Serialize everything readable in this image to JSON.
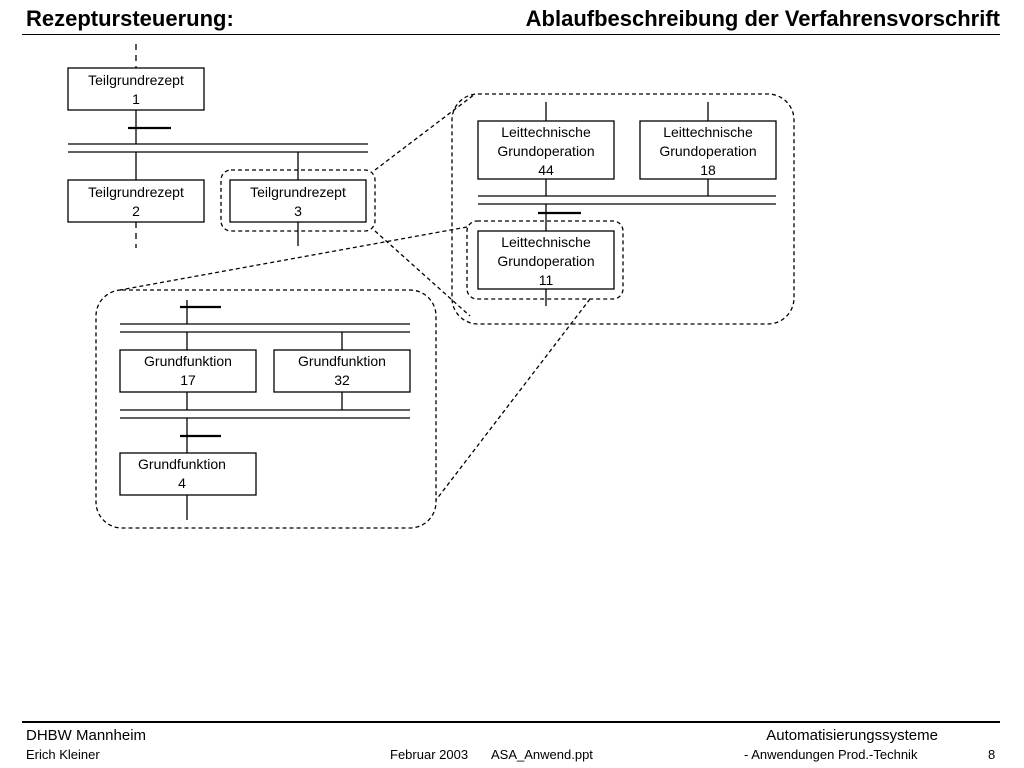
{
  "header": {
    "title_left": "Rezeptursteuerung:",
    "title_right": "Ablaufbeschreibung der Verfahrensvorschrift"
  },
  "diagram": {
    "teilgrundrezept_1": {
      "line1": "Teilgrundrezept",
      "line2": "1"
    },
    "teilgrundrezept_2": {
      "line1": "Teilgrundrezept",
      "line2": "2"
    },
    "teilgrundrezept_3": {
      "line1": "Teilgrundrezept",
      "line2": "3"
    },
    "grundoperation_44": {
      "line1": "Leittechnische",
      "line2": "Grundoperation",
      "line3": "44"
    },
    "grundoperation_18": {
      "line1": "Leittechnische",
      "line2": "Grundoperation",
      "line3": "18"
    },
    "grundoperation_11": {
      "line1": "Leittechnische",
      "line2": "Grundoperation",
      "line3": "11"
    },
    "grundfunktion_17": {
      "line1": "Grundfunktion",
      "line2": "17"
    },
    "grundfunktion_32": {
      "line1": "Grundfunktion",
      "line2": "32"
    },
    "grundfunktion_4": {
      "line1": "Grundfunktion",
      "line2": "4"
    }
  },
  "footer": {
    "org": "DHBW  Mannheim",
    "author": "Erich Kleiner",
    "date": "Februar 2003",
    "file": "ASA_Anwend.ppt",
    "course": "Automatisierungssysteme",
    "subtitle": "- Anwendungen Prod.-Technik",
    "page": "8"
  }
}
